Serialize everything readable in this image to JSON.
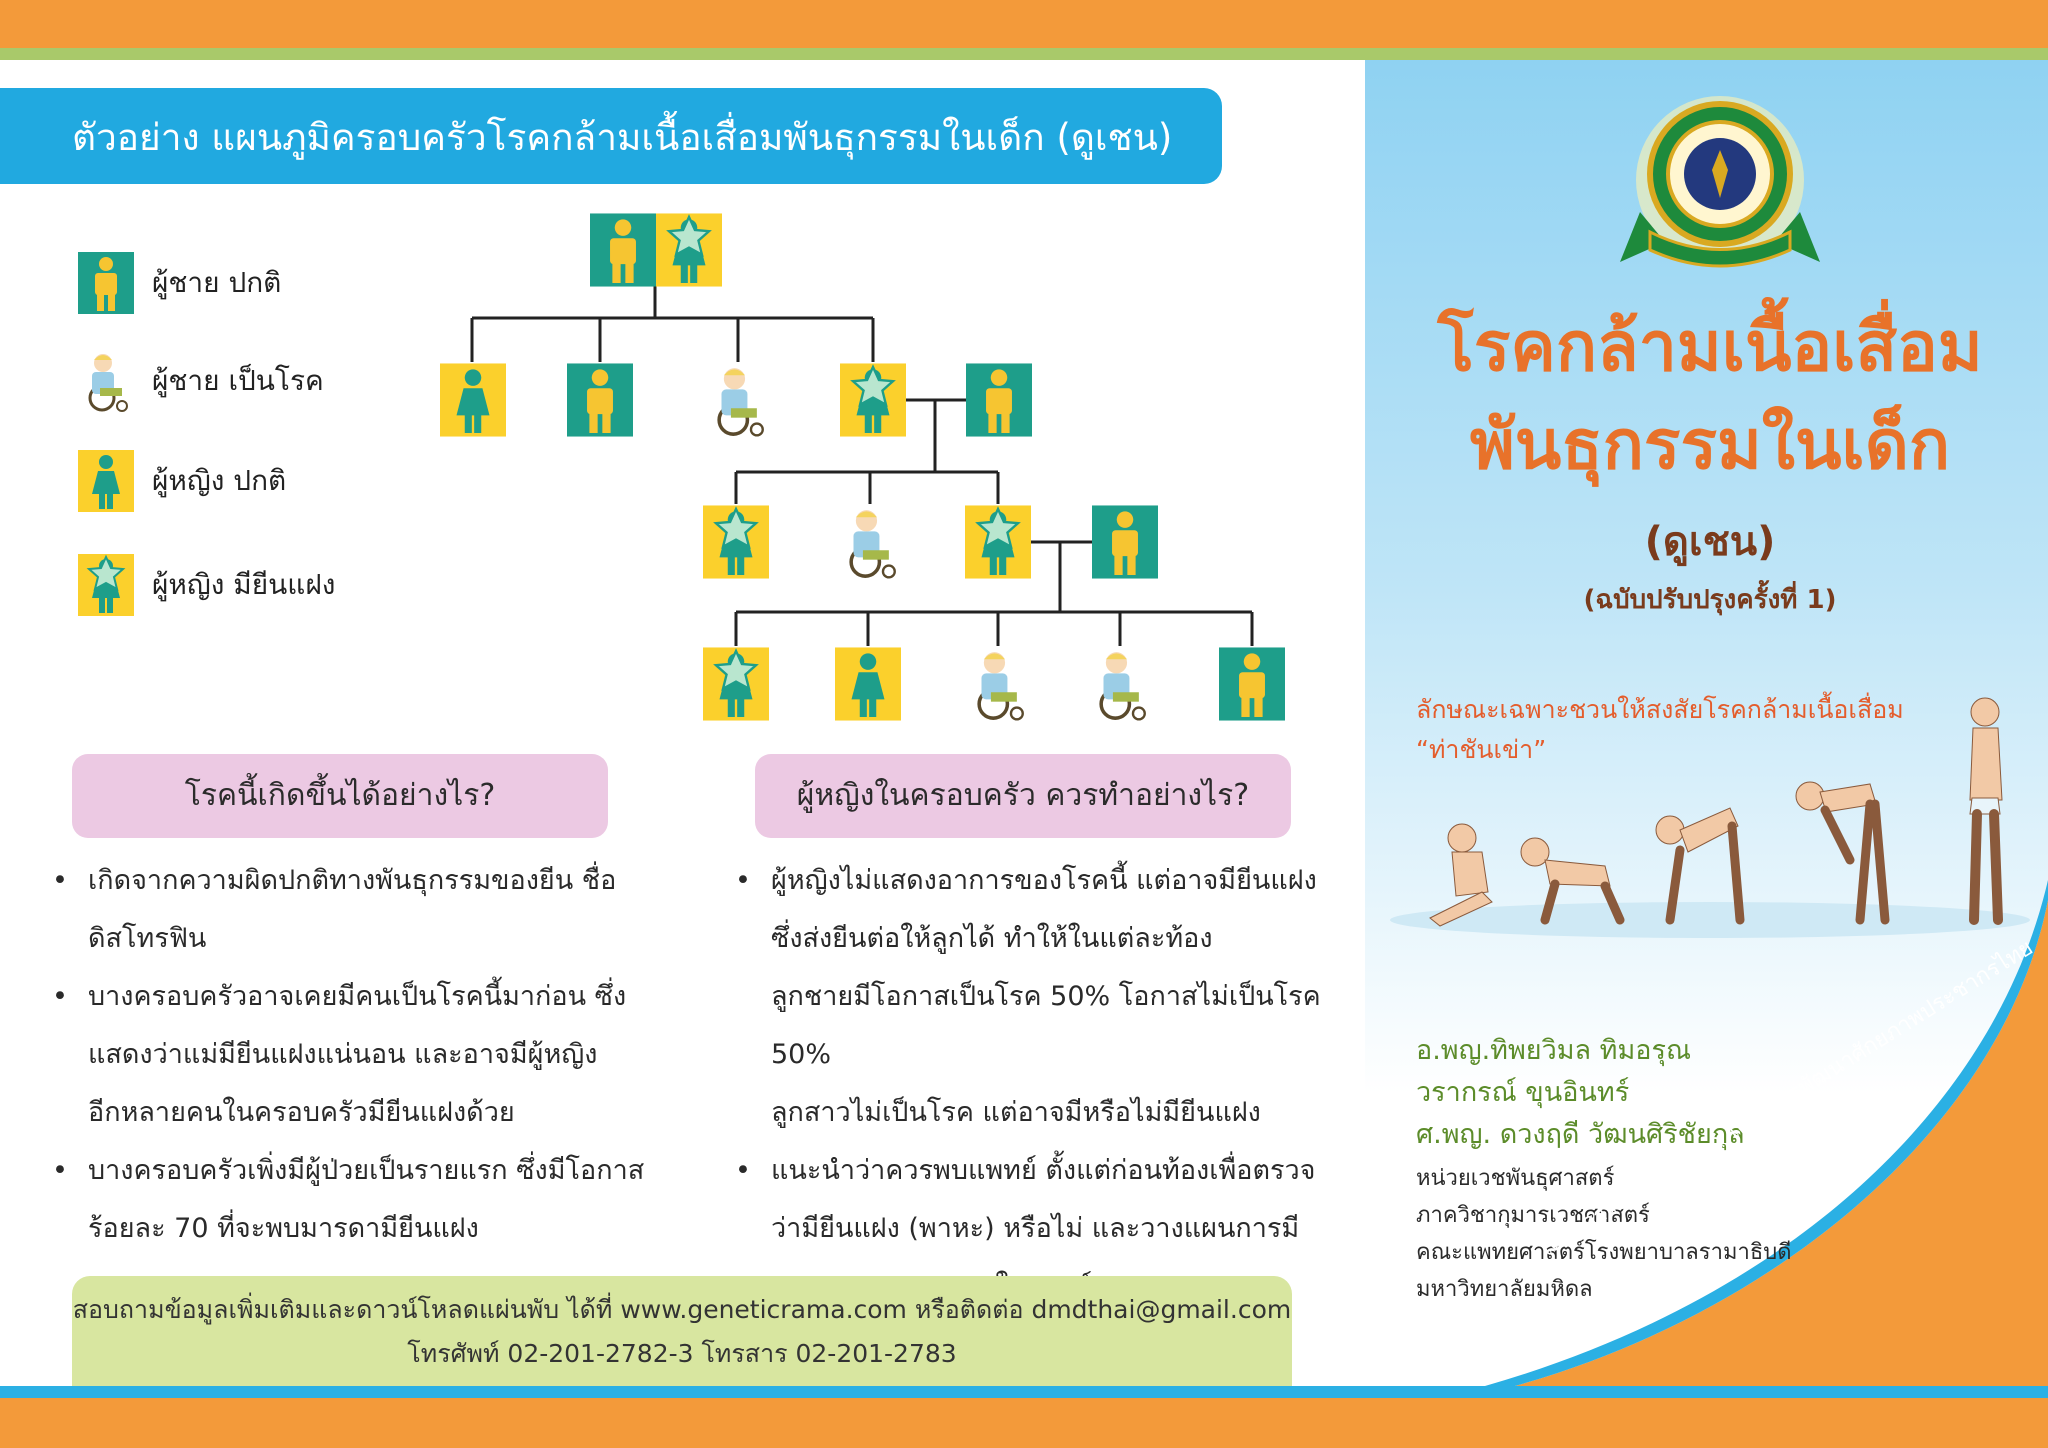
{
  "header": {
    "title": "ตัวอย่าง แผนภูมิครอบครัวโรคกล้ามเนื้อเสื่อมพันธุกรรมในเด็ก (ดูเชน)"
  },
  "legend": [
    {
      "label": "ผู้ชาย ปกติ",
      "icon": "normal-male-icon"
    },
    {
      "label": "ผู้ชาย เป็นโรค",
      "icon": "affected-male-wheelchair-icon"
    },
    {
      "label": "ผู้หญิง ปกติ",
      "icon": "normal-female-icon"
    },
    {
      "label": "ผู้หญิง มียีนแฝง",
      "icon": "carrier-female-star-icon"
    }
  ],
  "colors": {
    "teal": "#1e9e8a",
    "yellow": "#fbd02c",
    "figure_yellow": "#f6c531",
    "figure_teal": "#1e9e8a",
    "star": "#b9e6cf",
    "title_blue": "#21a9e0",
    "orange": "#f39a3a",
    "pink": "#ecc9e3",
    "green_box": "#d8e6a0",
    "cover_orange": "#e8722a",
    "author_green": "#5c8c2a"
  },
  "questions": {
    "q1": "โรคนี้เกิดขึ้นได้อย่างไร?",
    "q2": "ผู้หญิงในครอบครัว ควรทำอย่างไร?"
  },
  "left_bullets": [
    [
      "เกิดจากความผิดปกติทางพันธุกรรมของยีน ชื่อ",
      "ดิสโทรฟิน"
    ],
    [
      "บางครอบครัวอาจเคยมีคนเป็นโรคนี้มาก่อน ซึ่ง",
      "แสดงว่าแม่มียีนแฝงแน่นอน และอาจมีผู้หญิง",
      "อีกหลายคนในครอบครัวมียีนแฝงด้วย"
    ],
    [
      "บางครอบครัวเพิ่งมีผู้ป่วยเป็นรายแรก ซึ่งมีโอกาส",
      "ร้อยละ 70 ที่จะพบมารดามียีนแฝง"
    ]
  ],
  "right_bullets": [
    [
      "ผู้หญิงไม่แสดงอาการของโรคนี้ แต่อาจมียีนแฝง",
      "ซึ่งส่งยีนต่อให้ลูกได้ ทำให้ในแต่ละท้อง",
      "ลูกชายมีโอกาสเป็นโรค 50% โอกาสไม่เป็นโรค 50%",
      "ลูกสาวไม่เป็นโรค แต่อาจมีหรือไม่มียีนแฝง"
    ],
    [
      "แนะนำว่าควรพบแพทย์ ตั้งแต่ก่อนท้องเพื่อตรวจ",
      "ว่ามียีนแฝง (พาหะ) หรือไม่ และวางแผนการมี",
      "บุตรและตรวจทารกในครรภ์"
    ]
  ],
  "contact": {
    "line1": "สอบถามข้อมูลเพิ่มเติมและดาวน์โหลดแผ่นพับ ได้ที่ www.geneticrama.com หรือติดต่อ dmdthai@gmail.com",
    "line2": "โทรศัพท์ 02-201-2782-3 โทรสาร 02-201-2783"
  },
  "cover": {
    "title_line1": "โรคกล้ามเนื้อเสื่อม",
    "title_line2": "พันธุกรรมในเด็ก",
    "subtitle": "(ดูเชน)",
    "edition": "(ฉบับปรับปรุงครั้งที่ 1)",
    "gowers_caption_line1": "ลักษณะเฉพาะชวนให้สงสัยโรคกล้ามเนื้อเสื่อม",
    "gowers_caption_line2": "“ท่าชันเข่า”",
    "authors": [
      "อ.พญ.ทิพยวิมล ทิมอรุณ",
      "วรากรณ์ ขุนอินทร์",
      "ศ.พญ. ดวงฤดี วัฒนศิริชัยกุล"
    ],
    "units": [
      "หน่วยเวชพันธุศาสตร์",
      "ภาควิชากุมารเวชศาสตร์",
      "คณะแพทยศาสตร์โรงพยาบาลรามาธิบดี",
      "มหาวิทยาลัยมหิดล"
    ],
    "support": "ได้รับการสนับสนุนจาก โครงการพัฒนาศักยภาพประชากรไทย"
  }
}
